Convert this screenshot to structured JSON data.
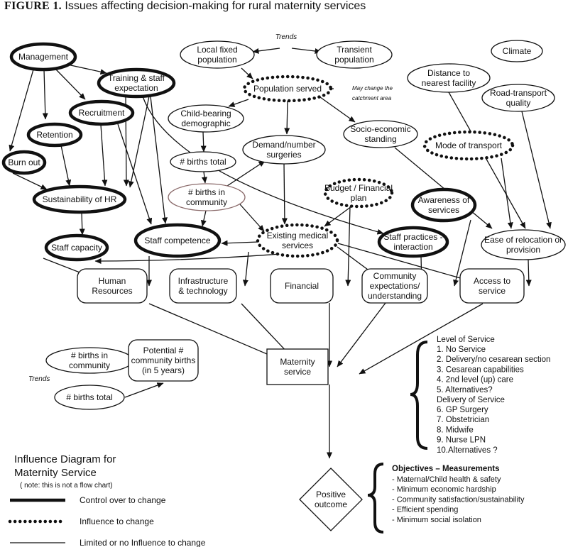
{
  "figure": {
    "label": "FIGURE 1.",
    "caption": "Issues affecting decision-making for rural maternity services"
  },
  "labels": {
    "trends_top": "Trends",
    "trends_left": "Trends",
    "catchment_note": [
      "May change the",
      "catchment area"
    ]
  },
  "nodes": {
    "management": [
      "Management"
    ],
    "training": [
      "Training & staff",
      "expectation"
    ],
    "recruitment": [
      "Recruitment"
    ],
    "retention": [
      "Retention"
    ],
    "burnout": [
      "Burn out"
    ],
    "sustain_hr": [
      "Sustainability of HR"
    ],
    "staff_capacity": [
      "Staff capacity"
    ],
    "staff_competence": [
      "Staff competence"
    ],
    "local_pop": [
      "Local fixed",
      "population"
    ],
    "transient_pop": [
      "Transient",
      "population"
    ],
    "climate": [
      "Climate"
    ],
    "distance": [
      "Distance to",
      "nearest facility"
    ],
    "road": [
      "Road-transport",
      "quality"
    ],
    "pop_served": [
      "Population served"
    ],
    "childbearing": [
      "Child-bearing",
      "demographic"
    ],
    "births_total_top": [
      "# births total"
    ],
    "births_comm_top": [
      "# births in",
      "community"
    ],
    "demand": [
      "Demand/number",
      "surgeries"
    ],
    "socio": [
      "Socio-economic",
      "standing"
    ],
    "mode_transport": [
      "Mode of transport"
    ],
    "budget": [
      "Budget / Financial",
      "plan"
    ],
    "awareness": [
      "Awareness of",
      "services"
    ],
    "existing": [
      "Existing medical",
      "services"
    ],
    "staff_practices": [
      "Staff practices -",
      "interaction"
    ],
    "ease": [
      "Ease of relocation or",
      "provision"
    ],
    "human_res": [
      "Human",
      "Resources"
    ],
    "infra": [
      "Infrastructure",
      "& technology"
    ],
    "financial": [
      "Financial"
    ],
    "community_exp": [
      "Community",
      "expectations/",
      "understanding"
    ],
    "access": [
      "Access to",
      "service"
    ],
    "births_comm_bot": [
      "# births in",
      "community"
    ],
    "births_total_bot": [
      "# births total"
    ],
    "potential": [
      "Potential #",
      "community births",
      "(in 5 years)"
    ],
    "maternity": [
      "Maternity",
      "service"
    ],
    "positive": [
      "Positive",
      "outcome"
    ]
  },
  "level_of_service": {
    "heading": "Level of Service",
    "items": [
      "1.  No Service",
      "2.  Delivery/no cesarean section",
      "3.  Cesarean capabilities",
      "4.  2nd level (up) care",
      "5.  Alternatives?"
    ]
  },
  "delivery_of_service": {
    "heading": "Delivery of Service",
    "items": [
      "6.  GP Surgery",
      "7.  Obstetrician",
      "8.  Midwife",
      "9.  Nurse LPN",
      "10.Alternatives ?"
    ]
  },
  "objectives": {
    "heading": "Objectives – Measurements",
    "items": [
      "- Maternal/Child health & safety",
      "- Minimum economic hardship",
      "- Community satisfaction/sustainability",
      "- Efficient spending",
      "- Minimum social isolation"
    ]
  },
  "legend": {
    "title": [
      "Influence Diagram for",
      "Maternity Service"
    ],
    "note": "( note: this is not a flow chart)",
    "items": [
      {
        "style": "bold",
        "label": "Control over to change"
      },
      {
        "style": "dotted",
        "label": "Influence to change"
      },
      {
        "style": "thin",
        "label": "Limited or no Influence to change"
      }
    ]
  },
  "colors": {
    "ink": "#111111",
    "community_outline": "#8a6a6a"
  }
}
